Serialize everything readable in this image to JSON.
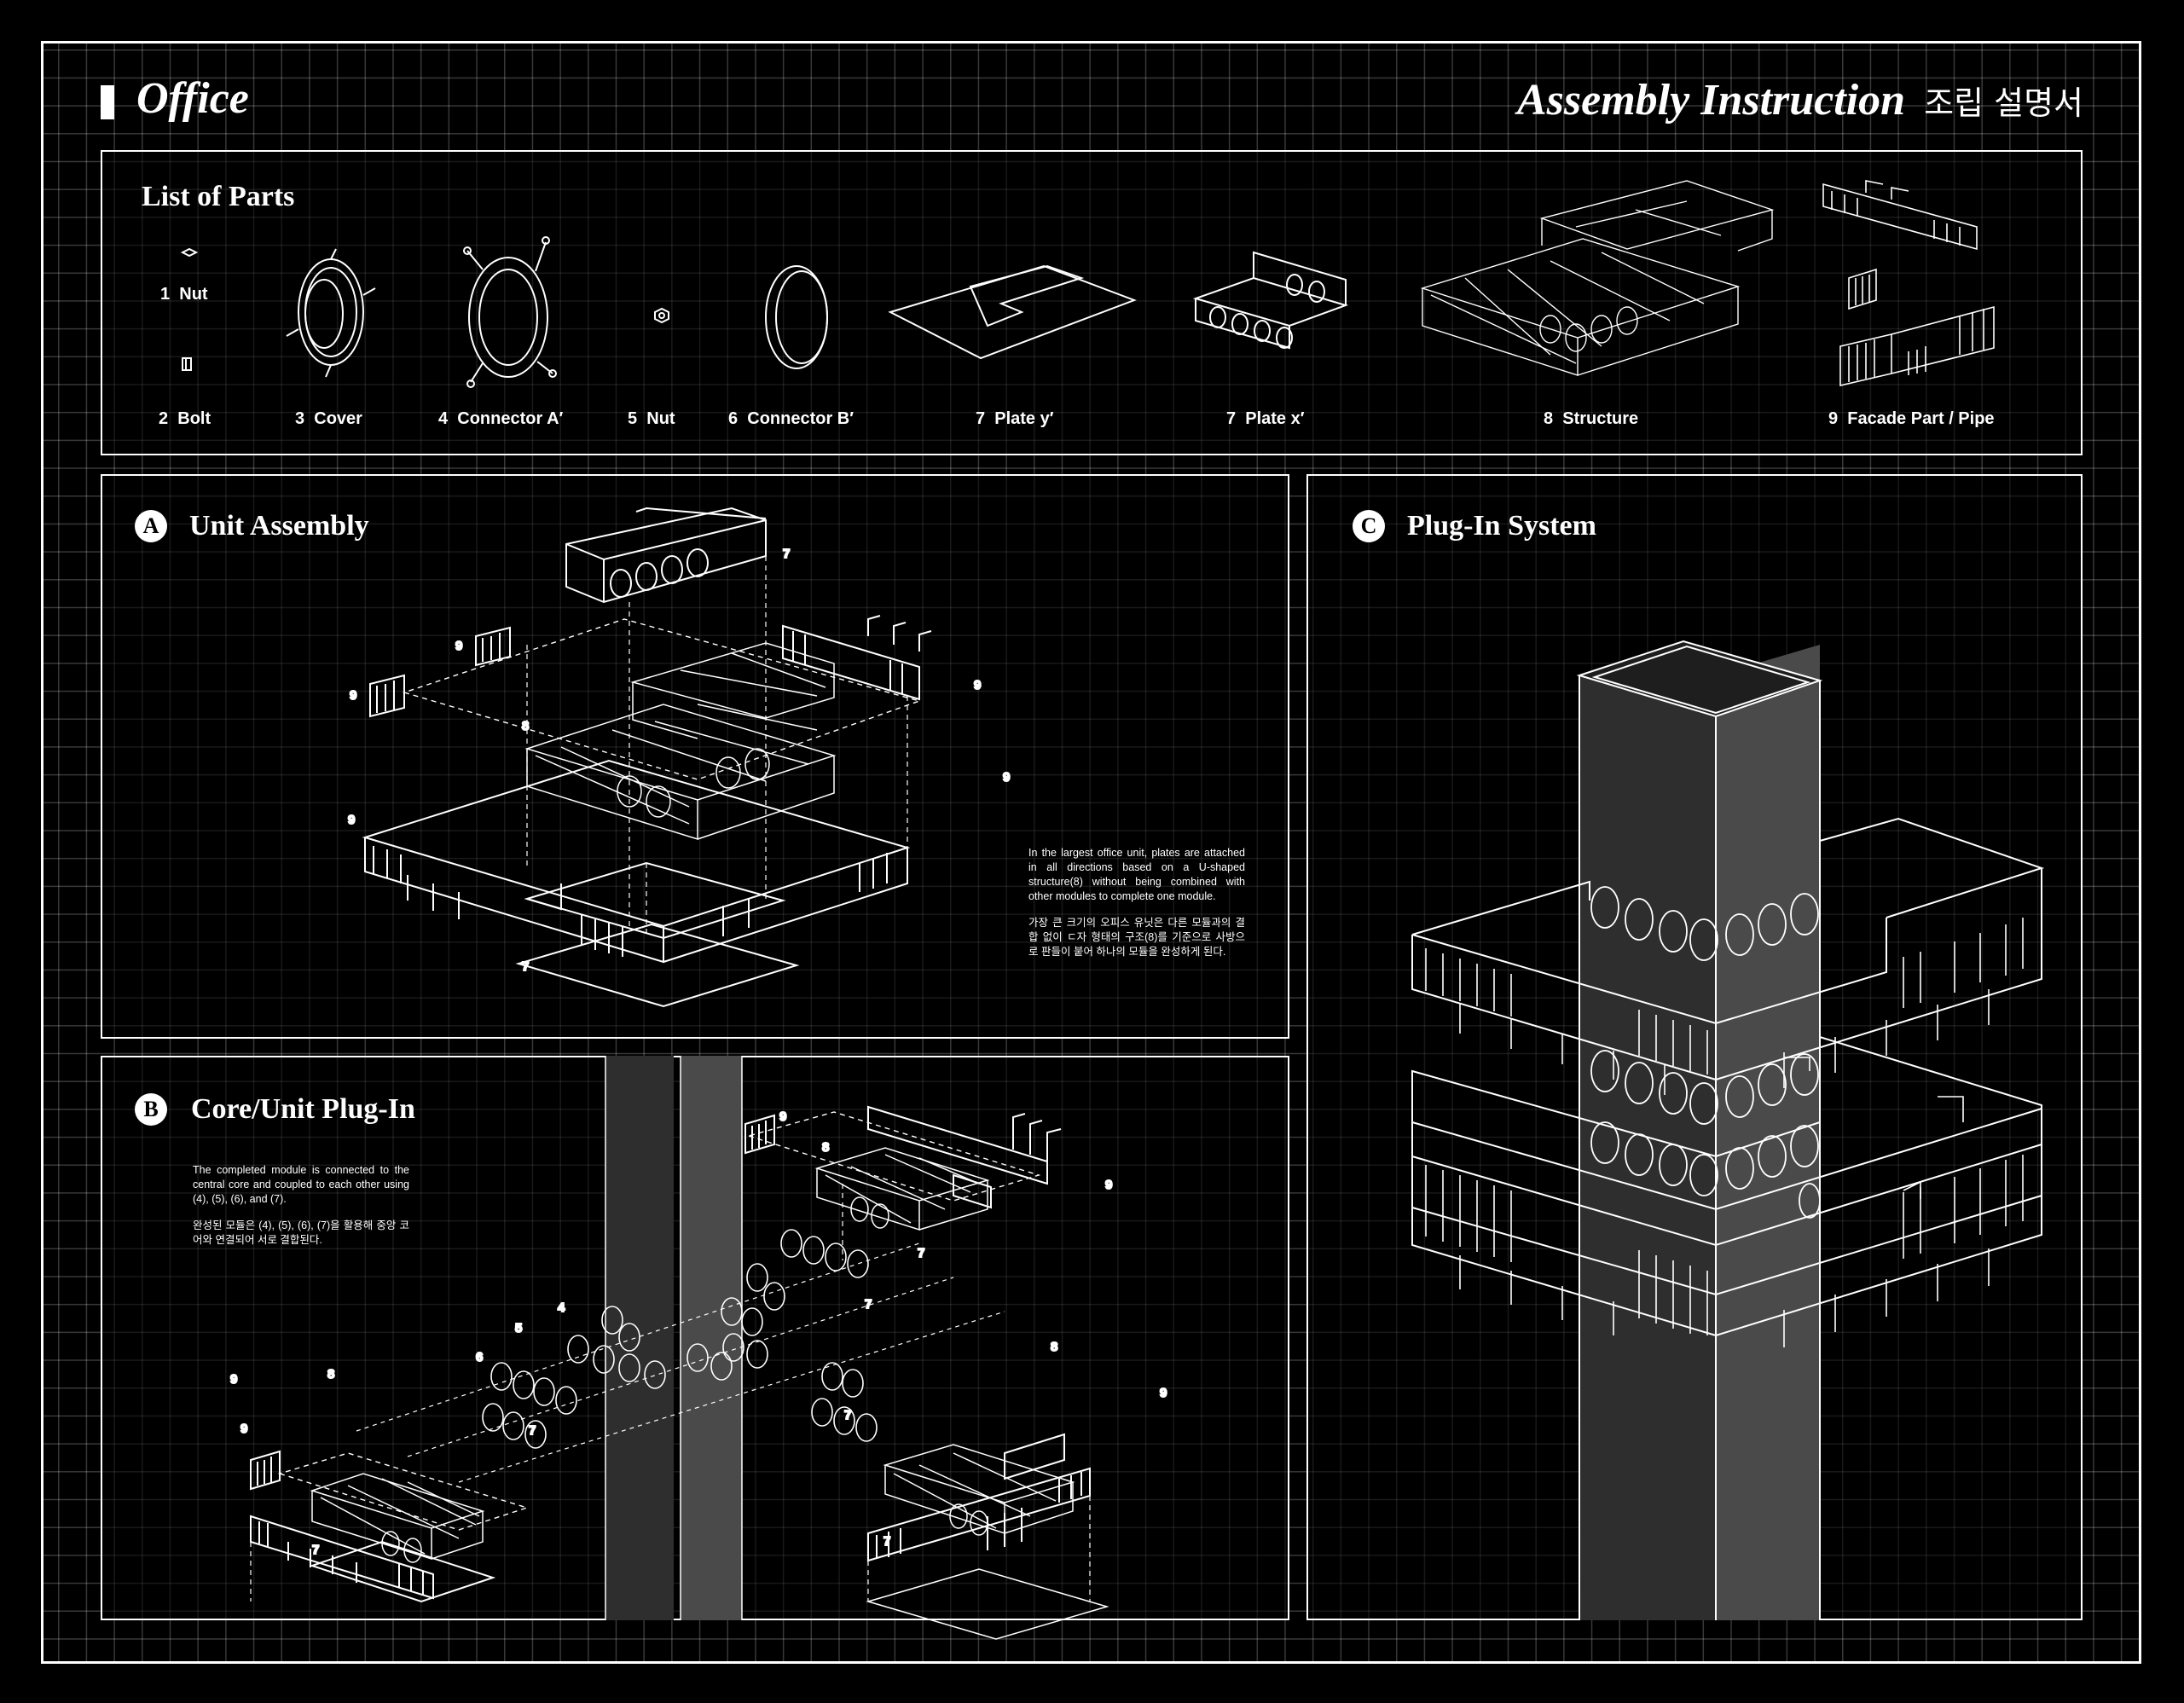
{
  "header": {
    "project": "Office",
    "title": "Assembly Instruction",
    "title_kr": "조립 설명서"
  },
  "parts": {
    "heading": "List of Parts",
    "items": [
      {
        "num": "1",
        "name": "Nut"
      },
      {
        "num": "2",
        "name": "Bolt"
      },
      {
        "num": "3",
        "name": "Cover"
      },
      {
        "num": "4",
        "name": "Connector A′"
      },
      {
        "num": "5",
        "name": "Nut"
      },
      {
        "num": "6",
        "name": "Connector B′"
      },
      {
        "num": "7",
        "name": "Plate y′"
      },
      {
        "num": "7",
        "name": "Plate x′"
      },
      {
        "num": "8",
        "name": "Structure"
      },
      {
        "num": "9",
        "name": "Facade Part / Pipe"
      }
    ]
  },
  "panel_a": {
    "badge": "A",
    "title": "Unit Assembly",
    "text_en": "In the largest office unit, plates are attached in all directions based on a U-shaped structure(8) without being combined with other modules to complete one module.",
    "text_kr": "가장 큰 크기의 오피스 유닛은 다른 모듈과의 결합 없이 ㄷ자 형태의 구조(8)를 기준으로 사방으로 판들이 붙어 하나의 모듈을 완성하게 된다.",
    "labels": [
      "7",
      "9",
      "9",
      "8",
      "9",
      "9",
      "9",
      "7"
    ]
  },
  "panel_b": {
    "badge": "B",
    "title": "Core/Unit Plug-In",
    "text_en": "The completed module is connected to the central core and coupled to each other using (4), (5), (6), and (7).",
    "text_kr": "완성된 모듈은 (4), (5), (6), (7)을 활용해 중앙 코어와 연결되어 서로 결합된다.",
    "labels": [
      "9",
      "8",
      "9",
      "7",
      "4",
      "5",
      "6",
      "7",
      "8",
      "9",
      "9",
      "8",
      "7",
      "7",
      "9",
      "7",
      "7"
    ]
  },
  "panel_c": {
    "badge": "C",
    "title": "Plug-In System"
  },
  "colors": {
    "background": "#000000",
    "line": "#ffffff",
    "core_fill": "#4a4a4a"
  }
}
